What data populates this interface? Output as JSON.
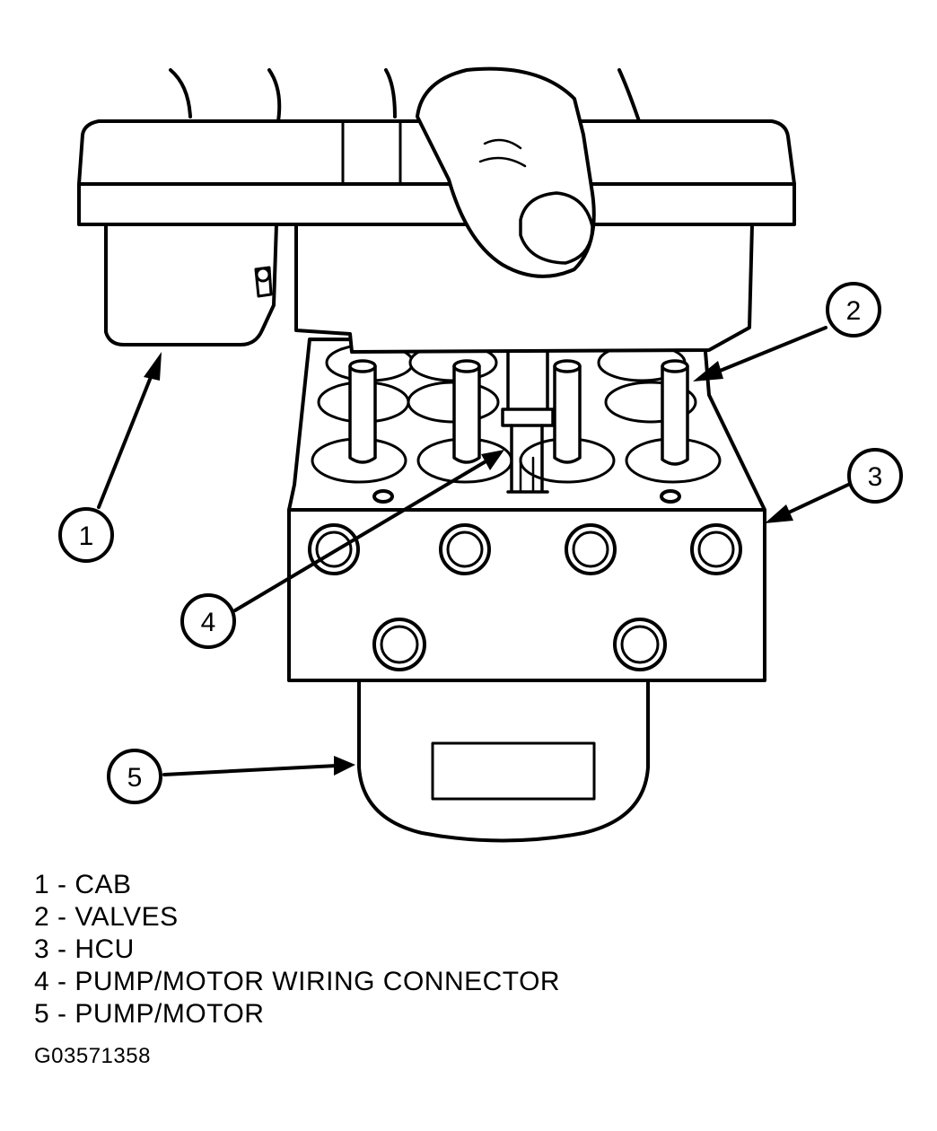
{
  "callouts": [
    {
      "number": "1",
      "part": "CAB"
    },
    {
      "number": "2",
      "part": "VALVES"
    },
    {
      "number": "3",
      "part": "HCU"
    },
    {
      "number": "4",
      "part": "PUMP/MOTOR WIRING CONNECTOR"
    },
    {
      "number": "5",
      "part": "PUMP/MOTOR"
    }
  ],
  "legend": [
    "1 - CAB",
    "2 - VALVES",
    "3 - HCU",
    "4 - PUMP/MOTOR WIRING CONNECTOR",
    "5 - PUMP/MOTOR"
  ],
  "figure_id": "G03571358"
}
